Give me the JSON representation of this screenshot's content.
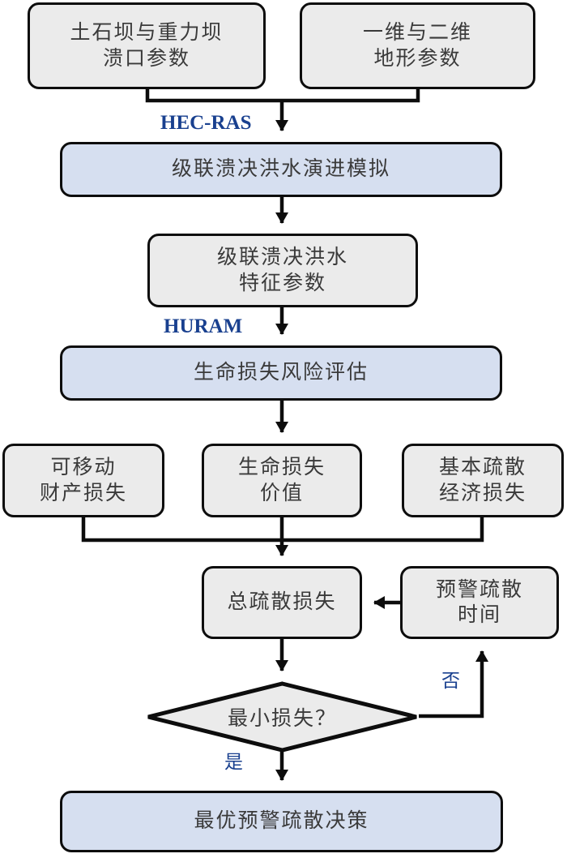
{
  "diagram": {
    "type": "flowchart",
    "title": "",
    "language": "zh-CN",
    "colors": {
      "input_fill": "#ebebeb",
      "process_fill": "#d6dff0",
      "decision_fill": "#ebebeb",
      "stroke": "#0d0d0d",
      "text": "#3a3a3a",
      "edge_label": "#19408f",
      "background": "#ffffff"
    },
    "nodes": [
      {
        "id": "n1",
        "shape": "rounded-rect",
        "style": "gray",
        "label": "土石坝与重力坝\n溃口参数"
      },
      {
        "id": "n2",
        "shape": "rounded-rect",
        "style": "gray",
        "label": "一维与二维\n地形参数"
      },
      {
        "id": "n3",
        "shape": "rounded-rect",
        "style": "blue",
        "label": "级联溃决洪水演进模拟"
      },
      {
        "id": "n4",
        "shape": "rounded-rect",
        "style": "gray",
        "label": "级联溃决洪水\n特征参数"
      },
      {
        "id": "n5",
        "shape": "rounded-rect",
        "style": "blue",
        "label": "生命损失风险评估"
      },
      {
        "id": "n6",
        "shape": "rounded-rect",
        "style": "gray",
        "label": "可移动\n财产损失"
      },
      {
        "id": "n7",
        "shape": "rounded-rect",
        "style": "gray",
        "label": "生命损失\n价值"
      },
      {
        "id": "n8",
        "shape": "rounded-rect",
        "style": "gray",
        "label": "基本疏散\n经济损失"
      },
      {
        "id": "n9",
        "shape": "rounded-rect",
        "style": "gray",
        "label": "总疏散损失"
      },
      {
        "id": "n10",
        "shape": "rounded-rect",
        "style": "gray",
        "label": "预警疏散\n时间"
      },
      {
        "id": "n11",
        "shape": "diamond",
        "style": "gray",
        "label": "最小损失？"
      },
      {
        "id": "n12",
        "shape": "rounded-rect",
        "style": "blue",
        "label": "最优预警疏散决策"
      }
    ],
    "edge_labels": [
      {
        "id": "e1",
        "text": "HEC-RAS",
        "from": "n1+n2",
        "to": "n3"
      },
      {
        "id": "e2",
        "text": "HURAM",
        "from": "n4",
        "to": "n5"
      },
      {
        "id": "e3",
        "text": "否",
        "from": "n11",
        "to": "n10"
      },
      {
        "id": "e4",
        "text": "是",
        "from": "n11",
        "to": "n12"
      }
    ]
  }
}
